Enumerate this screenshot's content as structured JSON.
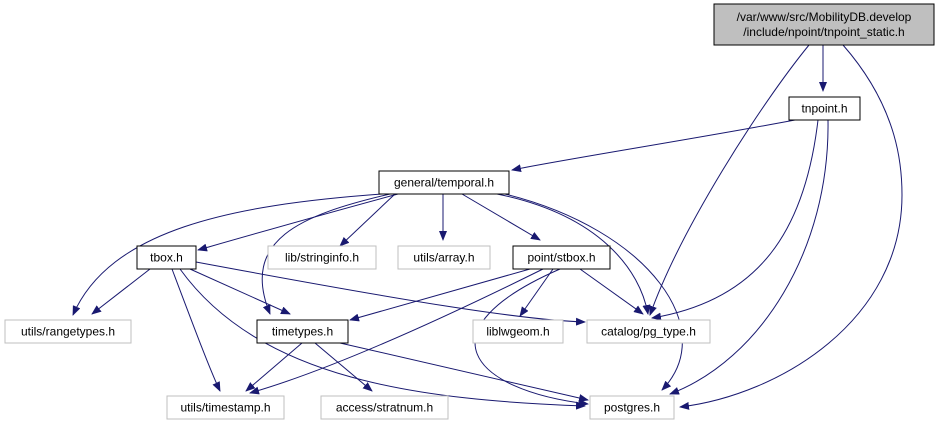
{
  "colors": {
    "edge": "#191970",
    "focus_fill": "#bfbfbf",
    "focus_border": "#000000",
    "node_fill": "#ffffff",
    "node_border": "#000000",
    "external_border": "#bfbfbf",
    "text": "#000000"
  },
  "nodes": [
    {
      "id": "root",
      "label_lines": [
        "/var/www/src/MobilityDB.develop",
        "/include/npoint/tnpoint_static.h"
      ],
      "kind": "focus"
    },
    {
      "id": "tnpoint",
      "label_lines": [
        "tnpoint.h"
      ],
      "kind": "local"
    },
    {
      "id": "temporal",
      "label_lines": [
        "general/temporal.h"
      ],
      "kind": "local"
    },
    {
      "id": "tbox",
      "label_lines": [
        "tbox.h"
      ],
      "kind": "local"
    },
    {
      "id": "stringinfo",
      "label_lines": [
        "lib/stringinfo.h"
      ],
      "kind": "external"
    },
    {
      "id": "array",
      "label_lines": [
        "utils/array.h"
      ],
      "kind": "external"
    },
    {
      "id": "stbox",
      "label_lines": [
        "point/stbox.h"
      ],
      "kind": "local"
    },
    {
      "id": "rangetypes",
      "label_lines": [
        "utils/rangetypes.h"
      ],
      "kind": "external"
    },
    {
      "id": "timetypes",
      "label_lines": [
        "timetypes.h"
      ],
      "kind": "local"
    },
    {
      "id": "liblwgeom",
      "label_lines": [
        "liblwgeom.h"
      ],
      "kind": "external"
    },
    {
      "id": "pg_type",
      "label_lines": [
        "catalog/pg_type.h"
      ],
      "kind": "external"
    },
    {
      "id": "timestamp",
      "label_lines": [
        "utils/timestamp.h"
      ],
      "kind": "external"
    },
    {
      "id": "stratnum",
      "label_lines": [
        "access/stratnum.h"
      ],
      "kind": "external"
    },
    {
      "id": "postgres",
      "label_lines": [
        "postgres.h"
      ],
      "kind": "external"
    }
  ],
  "edges": [
    {
      "from": "root",
      "to": "tnpoint"
    },
    {
      "from": "root",
      "to": "pg_type"
    },
    {
      "from": "root",
      "to": "postgres"
    },
    {
      "from": "tnpoint",
      "to": "temporal"
    },
    {
      "from": "tnpoint",
      "to": "pg_type"
    },
    {
      "from": "tnpoint",
      "to": "postgres"
    },
    {
      "from": "temporal",
      "to": "tbox"
    },
    {
      "from": "temporal",
      "to": "stringinfo"
    },
    {
      "from": "temporal",
      "to": "array"
    },
    {
      "from": "temporal",
      "to": "stbox"
    },
    {
      "from": "temporal",
      "to": "rangetypes"
    },
    {
      "from": "temporal",
      "to": "timetypes"
    },
    {
      "from": "temporal",
      "to": "pg_type"
    },
    {
      "from": "temporal",
      "to": "postgres"
    },
    {
      "from": "tbox",
      "to": "rangetypes"
    },
    {
      "from": "tbox",
      "to": "timetypes"
    },
    {
      "from": "tbox",
      "to": "pg_type"
    },
    {
      "from": "tbox",
      "to": "timestamp"
    },
    {
      "from": "tbox",
      "to": "postgres"
    },
    {
      "from": "stbox",
      "to": "timetypes"
    },
    {
      "from": "stbox",
      "to": "liblwgeom"
    },
    {
      "from": "stbox",
      "to": "pg_type"
    },
    {
      "from": "stbox",
      "to": "timestamp"
    },
    {
      "from": "stbox",
      "to": "postgres"
    },
    {
      "from": "timetypes",
      "to": "timestamp"
    },
    {
      "from": "timetypes",
      "to": "stratnum"
    },
    {
      "from": "timetypes",
      "to": "postgres"
    }
  ]
}
